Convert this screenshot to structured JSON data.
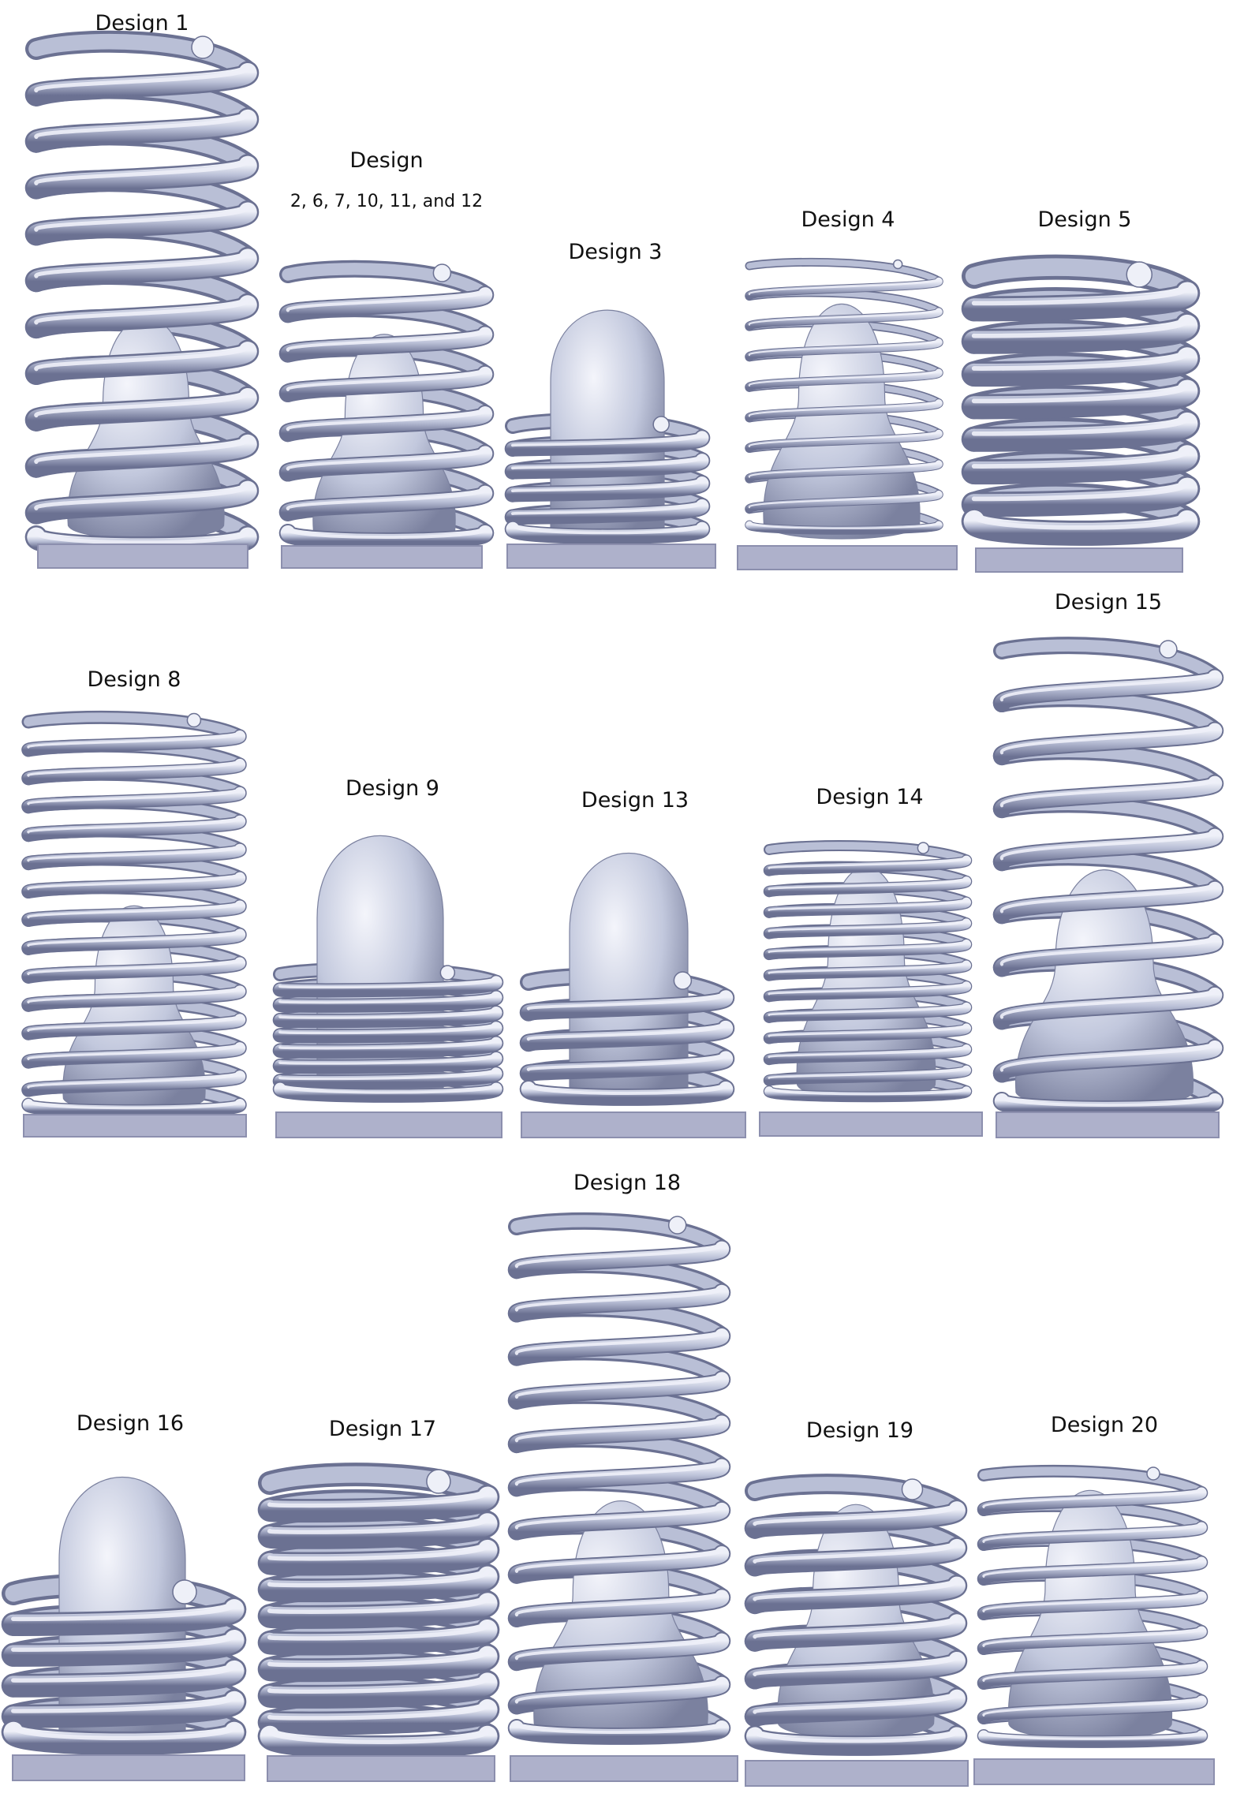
{
  "figure": {
    "designs": [
      {
        "label": "Design 1",
        "coils": 11,
        "dome": "double",
        "style": "open"
      },
      {
        "label": "Design",
        "sublabel": "2, 6, 7, 10, 11, and 12",
        "coils": 7,
        "dome": "double",
        "style": "open"
      },
      {
        "label": "Design 3",
        "coils": 5,
        "dome": "tall",
        "style": "low"
      },
      {
        "label": "Design 4",
        "coils": 9,
        "dome": "double",
        "style": "thin"
      },
      {
        "label": "Design 5",
        "coils": 8,
        "dome": "none",
        "style": "closed"
      },
      {
        "label": "Design 8",
        "coils": 14,
        "dome": "double",
        "style": "open"
      },
      {
        "label": "Design 9",
        "coils": 8,
        "dome": "tall",
        "style": "closed-low"
      },
      {
        "label": "Design 13",
        "coils": 4,
        "dome": "tall",
        "style": "low"
      },
      {
        "label": "Design 14",
        "coils": 12,
        "dome": "double",
        "style": "thin"
      },
      {
        "label": "Design 15",
        "coils": 9,
        "dome": "double",
        "style": "open"
      },
      {
        "label": "Design 16",
        "coils": 5,
        "dome": "tall",
        "style": "closed-low"
      },
      {
        "label": "Design 17",
        "coils": 10,
        "dome": "none",
        "style": "closed"
      },
      {
        "label": "Design 18",
        "coils": 12,
        "dome": "double",
        "style": "open"
      },
      {
        "label": "Design 19",
        "coils": 7,
        "dome": "double",
        "style": "open"
      },
      {
        "label": "Design 20",
        "coils": 8,
        "dome": "double",
        "style": "open"
      }
    ]
  },
  "colors": {
    "coil": "#b9bfd6",
    "coil_dark": "#6b7192",
    "coil_light": "#eef0f8",
    "dome": "#c2c8dd",
    "dome_dark": "#7b819f",
    "base": "#aeb1cb",
    "base_edge": "#8c8fae"
  }
}
